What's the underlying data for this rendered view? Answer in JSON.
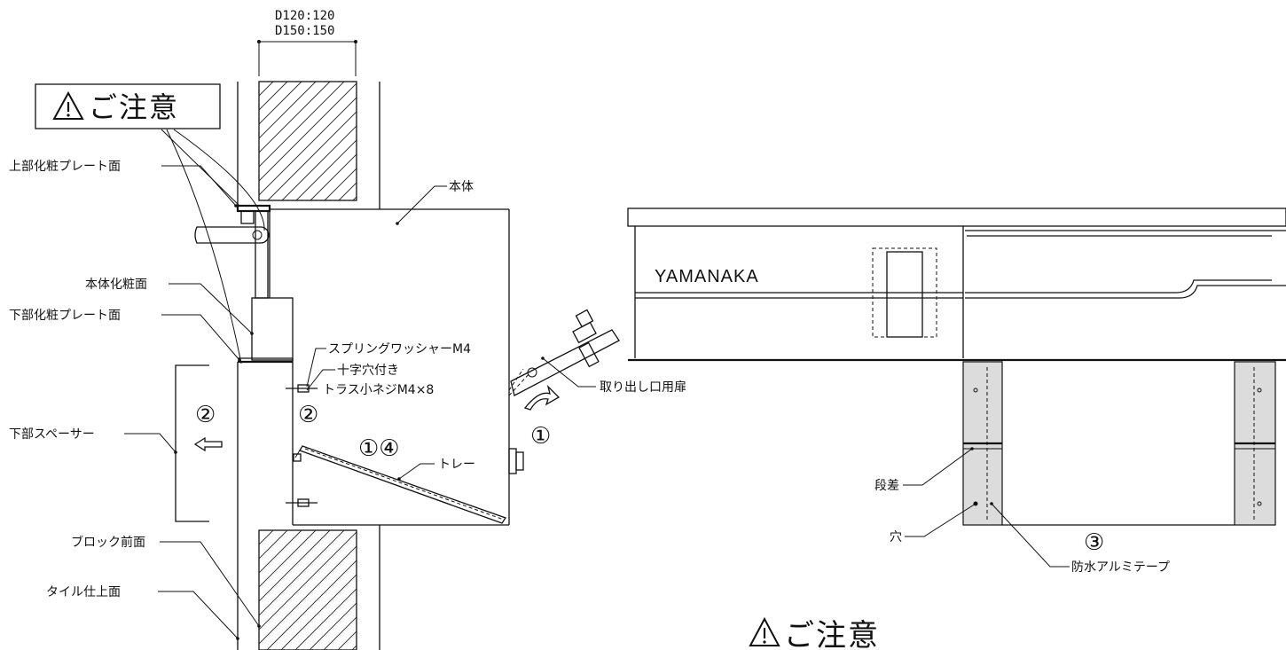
{
  "dimension": {
    "line1": "D120:120",
    "line2": "D150:150"
  },
  "caution_box": {
    "icon": "warning-triangle",
    "text": "ご注意"
  },
  "caution_bottom": {
    "icon": "warning-triangle",
    "text": "ご注意"
  },
  "left_labels": {
    "top_plate": "上部化粧プレート面",
    "body_face": "本体化粧面",
    "bottom_plate": "下部化粧プレート面",
    "spacer": "下部スペーサー",
    "block_face": "ブロック前面",
    "tile_face": "タイル仕上面"
  },
  "center_labels": {
    "body": "本体",
    "spring_washer": "スプリングワッシャーM4",
    "screw_line1": "十字穴付き",
    "screw_line2": "トラス小ネジM4×8",
    "tray": "トレー",
    "door": "取り出し口用扉"
  },
  "step_markers": {
    "spacer_left": "②",
    "screw": "②",
    "tray": "①④",
    "door": "①",
    "tape": "③"
  },
  "right_view": {
    "brand": "YAMANAKA",
    "step_label": "段差",
    "hole_label": "穴",
    "tape_label": "防水アルミテープ"
  }
}
